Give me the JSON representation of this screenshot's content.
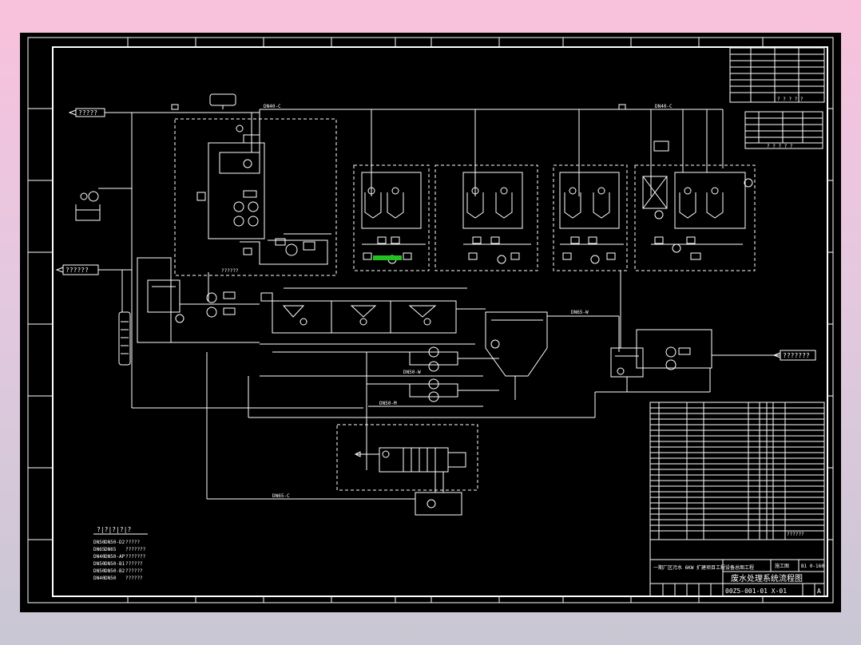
{
  "title_block": {
    "project": "一期厂区污水 6KW 扩建项目工程设备总图工程",
    "drawing_title": "废水处理系统流程图",
    "drawing_no": "00Z5-001-01 X-01",
    "stage": "施工图",
    "scale": "A",
    "code": "B1 0-160"
  },
  "flows": {
    "inlet_top": "?????",
    "inlet_mid": "??????",
    "outlet": "???????"
  },
  "line_labels": {
    "air_main": "DN40-C",
    "air_main_right": "DN40-C",
    "sludge_line": "DN50-M",
    "drain_line": "DN50-W",
    "bottom_line": "DN65-C"
  },
  "legend": {
    "title": "?|?|?|?|?",
    "rows": [
      [
        "DN50",
        "DN50-D2",
        "?????"
      ],
      [
        "DN65",
        "DN65",
        "???????"
      ],
      [
        "DN40",
        "DN50-AP",
        "???????"
      ],
      [
        "DN50",
        "DN50-B1",
        "??????"
      ],
      [
        "DN50",
        "DN50-B2",
        "??????"
      ],
      [
        "DN40",
        "DN50",
        "??????"
      ]
    ]
  },
  "top_table_caption": "? ? ? ? ?",
  "equip_table_caption": "? ? ? ? ?",
  "parts_total": "??????",
  "colors": {
    "background": "#000000",
    "line": "#ffffff",
    "highlight": "#22c022"
  }
}
